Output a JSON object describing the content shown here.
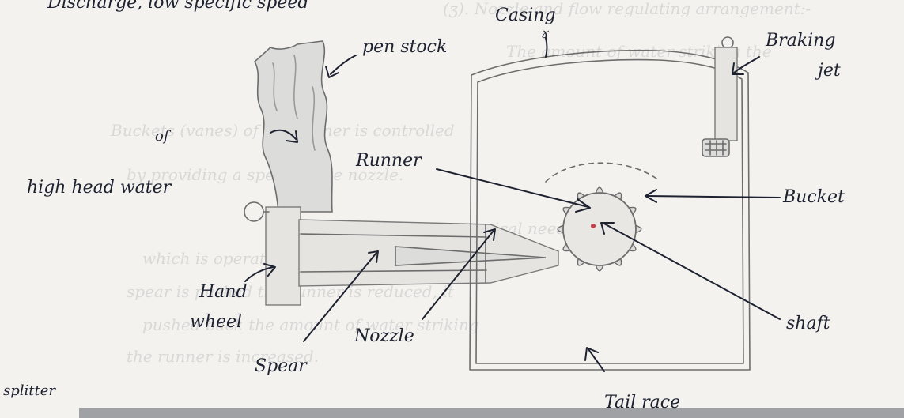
{
  "header_fragment": "Discharge, low specific speed",
  "labels": {
    "pen_stock": "pen stock",
    "casing": "Casing",
    "casing_mark": "ɤ",
    "braking_jet_1": "Braking",
    "braking_jet_2": "jet",
    "of": "of",
    "high_head_water": "high head water",
    "runner": "Runner",
    "bucket": "Bucket",
    "hand_wheel_1": "Hand",
    "hand_wheel_2": "wheel",
    "nozzle": "Nozzle",
    "shaft": "shaft",
    "spear": "Spear",
    "tail_race": "Tail race",
    "splitter": "splitter"
  },
  "bleed_through": [
    "(ʒ). Nozzle and flow regulating arrangement:-",
    "The amount of water striking the",
    "Buckets (vanes) of the runner is controlled",
    "by providing a spear in the nozzle.",
    "The spear is a conical needle",
    "which is operated by hand wheel when the",
    "spear is pushed the runner is reduced, it",
    "pushed back the amount of water striking",
    "the runner is increased."
  ],
  "colors": {
    "ink": "#1e2230",
    "pencil": "#6d6d6d",
    "paper": "#f3f2ef"
  }
}
